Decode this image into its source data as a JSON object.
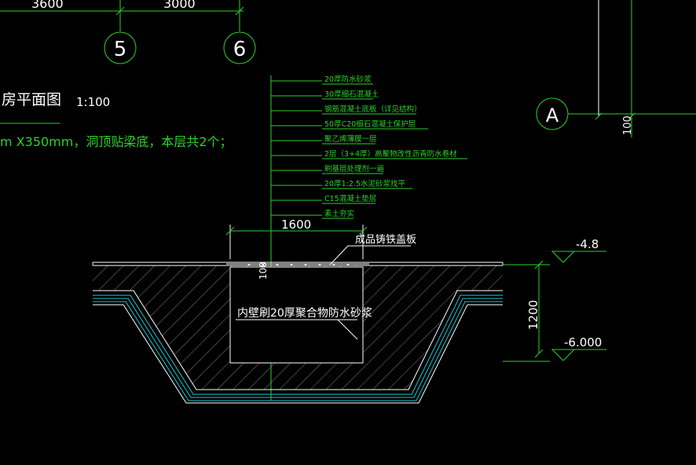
{
  "grid": {
    "dims": [
      "3600",
      "3000"
    ],
    "axes": [
      "5",
      "6",
      "A"
    ],
    "dim_right": "100"
  },
  "plan": {
    "title": "房平面图",
    "scale": "1:100",
    "note": "m X350mm，洞顶贴梁底，本层共2个；"
  },
  "layers": [
    "20厚防水砂浆",
    "30厚细石混凝土",
    "钢筋混凝土底板（详见结构）",
    "50厚C20细石混凝土保护层",
    "聚乙烯薄膜一层",
    "2层（3+4厚）高聚物改性沥青防水卷材",
    "刷基层处理剂一遍",
    "20厚1:2.5水泥砂浆找平",
    "C15混凝土垫层",
    "素土夯实"
  ],
  "section": {
    "width_dim": "1600",
    "cover_label": "成品铸铁盖板",
    "small_dim": "100",
    "inner_label": "内壁刷20厚聚合物防水砂浆",
    "depth_dim": "1200",
    "elev_top": "-4.8",
    "elev_bottom": "-6.000"
  },
  "colors": {
    "text_green": "#2bd12b",
    "line_white": "#ffffff",
    "membrane_cyan": "#17c8d8",
    "hatch_grey": "#9fa3a6",
    "background": "#000000"
  }
}
